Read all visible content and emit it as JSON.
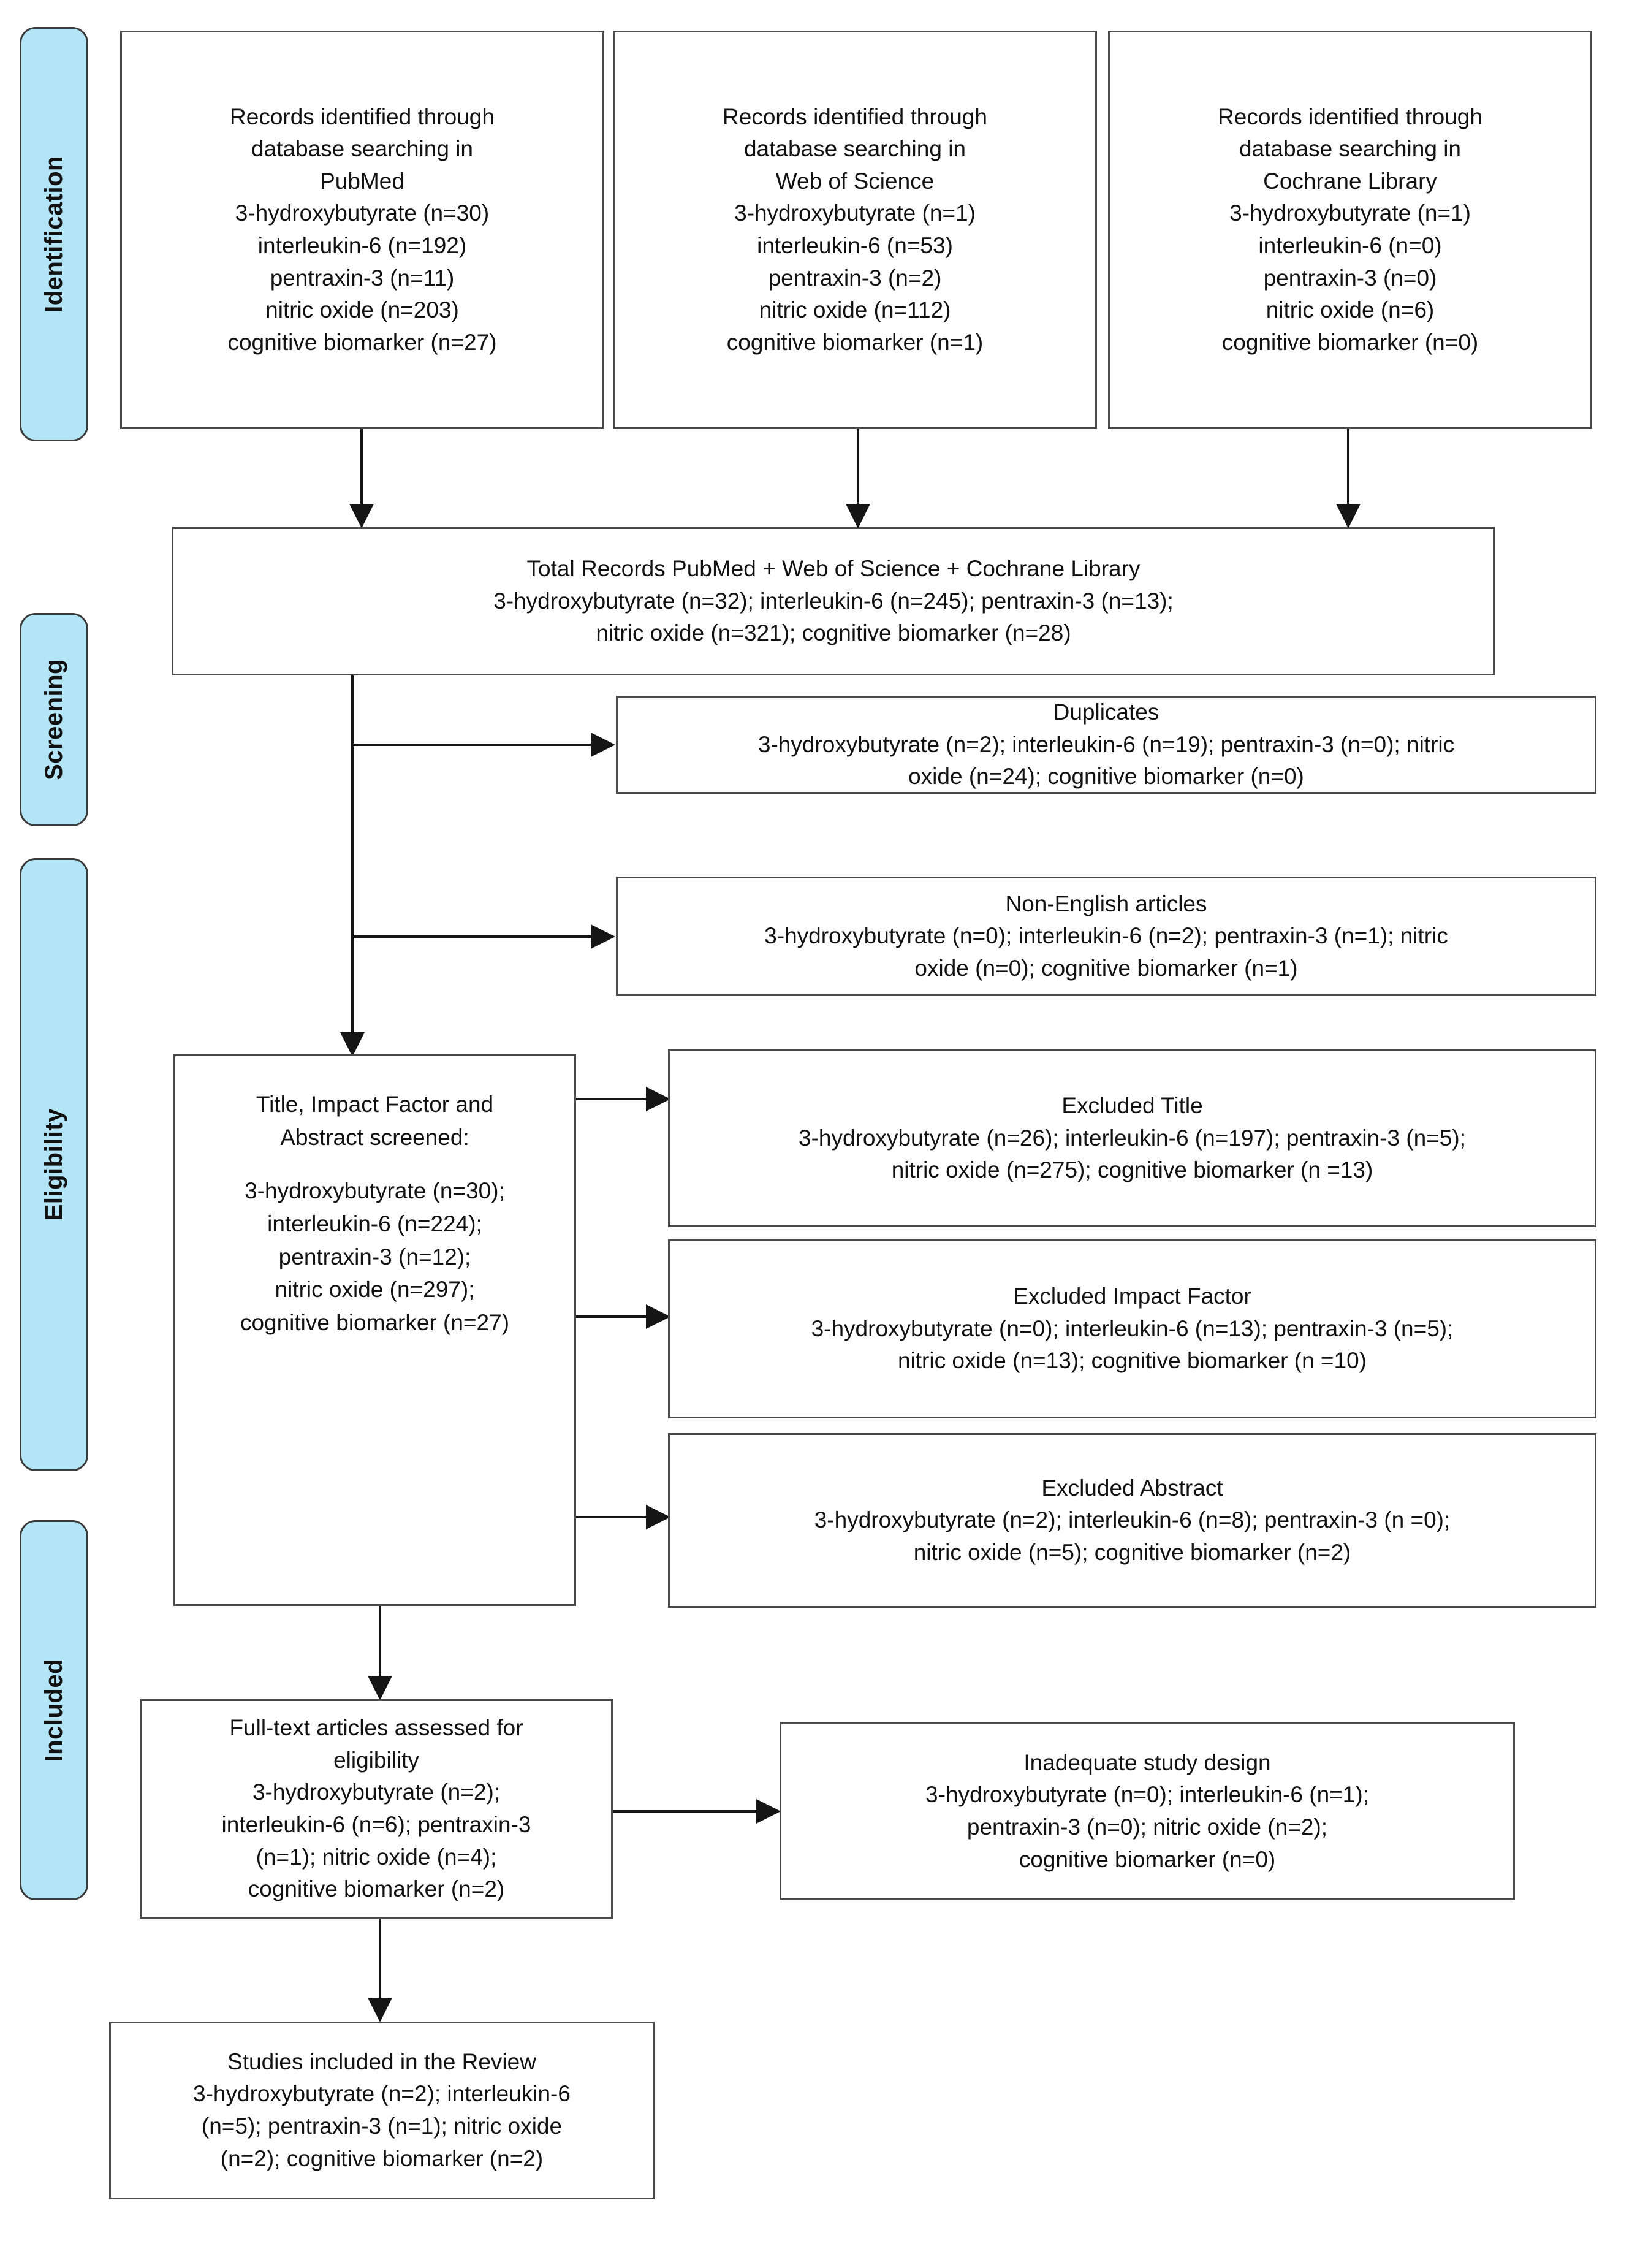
{
  "diagram": {
    "title": "PRISMA flow diagram",
    "type": "prisma-flow",
    "accent_sidebar_color": "#b4e5f7",
    "box_border_color": "#4a4a4a",
    "text_color": "#111111"
  },
  "stages": [
    {
      "id": "identification",
      "label": "Identification"
    },
    {
      "id": "screening",
      "label": "Screening"
    },
    {
      "id": "eligibility",
      "label": "Eligibility"
    },
    {
      "id": "included",
      "label": "Included"
    }
  ],
  "nodes": {
    "pubmed": {
      "name": "Records identified through database searching in PubMed",
      "lines": [
        "Records identified through",
        "database searching in",
        "PubMed",
        "3-hydroxybutyrate  (n=30)",
        "interleukin-6 (n=192)",
        "pentraxin-3 (n=11)",
        "nitric oxide (n=203)",
        "cognitive biomarker (n=27)"
      ]
    },
    "wos": {
      "name": "Records identified through database searching in Web of Science",
      "lines": [
        "Records identified through",
        "database searching in",
        "Web of Science",
        "3-hydroxybutyrate (n=1)",
        "interleukin-6 (n=53)",
        "pentraxin-3 (n=2)",
        "nitric oxide (n=112)",
        "cognitive biomarker (n=1)"
      ]
    },
    "cochrane": {
      "name": "Records identified through database searching in Cochrane Library",
      "lines": [
        "Records identified through",
        "database searching in",
        "Cochrane Library",
        "3-hydroxybutyrate (n=1)",
        "interleukin-6 (n=0)",
        "pentraxin-3 (n=0)",
        "nitric oxide (n=6)",
        "cognitive biomarker (n=0)"
      ]
    },
    "total_records": {
      "name": "Total Records",
      "lines": [
        "Total Records PubMed + Web of Science + Cochrane Library",
        "3-hydroxybutyrate (n=32); interleukin-6 (n=245); pentraxin-3 (n=13);",
        "nitric oxide (n=321); cognitive biomarker (n=28)"
      ]
    },
    "duplicates": {
      "name": "Duplicates",
      "lines": [
        "Duplicates",
        "3-hydroxybutyrate (n=2); interleukin-6 (n=19); pentraxin-3 (n=0);  nitric",
        "oxide (n=24); cognitive biomarker (n=0)"
      ]
    },
    "non_english": {
      "name": "Non-English articles",
      "lines": [
        "Non-English articles",
        "3-hydroxybutyrate (n=0); interleukin-6 (n=2); pentraxin-3 (n=1); nitric",
        "oxide (n=0); cognitive biomarker (n=1)"
      ]
    },
    "screened": {
      "name": "Title, Impact Factor and Abstract screened",
      "lines": [
        "Title, Impact Factor and",
        "Abstract screened:",
        "",
        "3-hydroxybutyrate (n=30);",
        "interleukin-6 (n=224);",
        "pentraxin-3 (n=12);",
        "nitric oxide (n=297);",
        "cognitive biomarker (n=27)"
      ]
    },
    "excluded_title": {
      "name": "Excluded Title",
      "lines": [
        "Excluded Title",
        "3-hydroxybutyrate (n=26); interleukin-6 (n=197); pentraxin-3 (n=5);",
        "nitric oxide (n=275); cognitive biomarker (n =13)"
      ]
    },
    "excluded_impact_factor": {
      "name": "Excluded Impact Factor",
      "lines": [
        "Excluded Impact Factor",
        "3-hydroxybutyrate (n=0); interleukin-6 (n=13); pentraxin-3 (n=5);",
        "nitric oxide (n=13); cognitive biomarker (n =10)"
      ]
    },
    "excluded_abstract": {
      "name": "Excluded Abstract",
      "lines": [
        "Excluded Abstract",
        "3-hydroxybutyrate (n=2); interleukin-6 (n=8); pentraxin-3 (n =0);",
        "nitric oxide (n=5); cognitive biomarker (n=2)"
      ]
    },
    "full_text": {
      "name": "Full-text articles assessed for eligibility",
      "lines": [
        "Full-text articles assessed for",
        "eligibility",
        "3-hydroxybutyrate (n=2);",
        "interleukin-6 (n=6); pentraxin-3",
        "(n=1); nitric oxide (n=4);",
        "cognitive biomarker (n=2)"
      ]
    },
    "inadequate": {
      "name": "Inadequate study design",
      "lines": [
        "Inadequate study design",
        "3-hydroxybutyrate (n=0); interleukin-6 (n=1);",
        "pentraxin-3 (n=0); nitric oxide (n=2);",
        "cognitive biomarker (n=0)"
      ]
    },
    "included_studies": {
      "name": "Studies included in the Review",
      "lines": [
        "Studies included in the Review",
        "3-hydroxybutyrate (n=2); interleukin-6",
        "(n=5); pentraxin-3 (n=1); nitric oxide",
        "(n=2); cognitive biomarker (n=2)"
      ]
    }
  }
}
